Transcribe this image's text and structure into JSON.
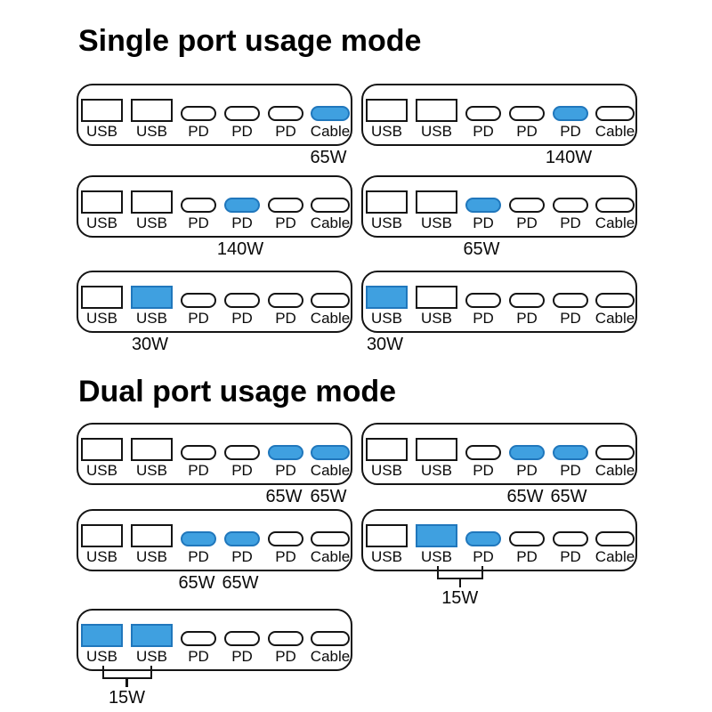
{
  "page": {
    "background": "#ffffff"
  },
  "colors": {
    "highlight_fill": "#3FA0E0",
    "highlight_border": "#2077BC",
    "outline": "#141414",
    "text": "#0a0a0a"
  },
  "sections": [
    {
      "title": "Single port usage mode",
      "panels": [
        {
          "ports": [
            {
              "label": "USB",
              "type": "usb",
              "active": false
            },
            {
              "label": "USB",
              "type": "usb",
              "active": false
            },
            {
              "label": "PD",
              "type": "pd",
              "active": false
            },
            {
              "label": "PD",
              "type": "pd",
              "active": false
            },
            {
              "label": "PD",
              "type": "pd",
              "active": false
            },
            {
              "label": "Cable",
              "type": "cable",
              "active": true
            }
          ],
          "watts": [
            "",
            "",
            "",
            "",
            "",
            "65W"
          ]
        },
        {
          "ports": [
            {
              "label": "USB",
              "type": "usb",
              "active": false
            },
            {
              "label": "USB",
              "type": "usb",
              "active": false
            },
            {
              "label": "PD",
              "type": "pd",
              "active": false
            },
            {
              "label": "PD",
              "type": "pd",
              "active": false
            },
            {
              "label": "PD",
              "type": "pd",
              "active": true
            },
            {
              "label": "Cable",
              "type": "cable",
              "active": false
            }
          ],
          "watts": [
            "",
            "",
            "",
            "",
            "140W",
            ""
          ]
        },
        {
          "ports": [
            {
              "label": "USB",
              "type": "usb",
              "active": false
            },
            {
              "label": "USB",
              "type": "usb",
              "active": false
            },
            {
              "label": "PD",
              "type": "pd",
              "active": false
            },
            {
              "label": "PD",
              "type": "pd",
              "active": true
            },
            {
              "label": "PD",
              "type": "pd",
              "active": false
            },
            {
              "label": "Cable",
              "type": "cable",
              "active": false
            }
          ],
          "watts": [
            "",
            "",
            "",
            "140W",
            "",
            ""
          ]
        },
        {
          "ports": [
            {
              "label": "USB",
              "type": "usb",
              "active": false
            },
            {
              "label": "USB",
              "type": "usb",
              "active": false
            },
            {
              "label": "PD",
              "type": "pd",
              "active": true
            },
            {
              "label": "PD",
              "type": "pd",
              "active": false
            },
            {
              "label": "PD",
              "type": "pd",
              "active": false
            },
            {
              "label": "Cable",
              "type": "cable",
              "active": false
            }
          ],
          "watts": [
            "",
            "",
            "65W",
            "",
            "",
            ""
          ]
        },
        {
          "ports": [
            {
              "label": "USB",
              "type": "usb",
              "active": false
            },
            {
              "label": "USB",
              "type": "usb",
              "active": true
            },
            {
              "label": "PD",
              "type": "pd",
              "active": false
            },
            {
              "label": "PD",
              "type": "pd",
              "active": false
            },
            {
              "label": "PD",
              "type": "pd",
              "active": false
            },
            {
              "label": "Cable",
              "type": "cable",
              "active": false
            }
          ],
          "watts": [
            "",
            "30W",
            "",
            "",
            "",
            ""
          ]
        },
        {
          "ports": [
            {
              "label": "USB",
              "type": "usb",
              "active": true
            },
            {
              "label": "USB",
              "type": "usb",
              "active": false
            },
            {
              "label": "PD",
              "type": "pd",
              "active": false
            },
            {
              "label": "PD",
              "type": "pd",
              "active": false
            },
            {
              "label": "PD",
              "type": "pd",
              "active": false
            },
            {
              "label": "Cable",
              "type": "cable",
              "active": false
            }
          ],
          "watts": [
            "30W",
            "",
            "",
            "",
            "",
            ""
          ]
        }
      ]
    },
    {
      "title": "Dual port usage mode",
      "panels": [
        {
          "ports": [
            {
              "label": "USB",
              "type": "usb",
              "active": false
            },
            {
              "label": "USB",
              "type": "usb",
              "active": false
            },
            {
              "label": "PD",
              "type": "pd",
              "active": false
            },
            {
              "label": "PD",
              "type": "pd",
              "active": false
            },
            {
              "label": "PD",
              "type": "pd",
              "active": true
            },
            {
              "label": "Cable",
              "type": "cable",
              "active": true
            }
          ],
          "watts": [
            "",
            "",
            "",
            "",
            "65W",
            "65W"
          ]
        },
        {
          "ports": [
            {
              "label": "USB",
              "type": "usb",
              "active": false
            },
            {
              "label": "USB",
              "type": "usb",
              "active": false
            },
            {
              "label": "PD",
              "type": "pd",
              "active": false
            },
            {
              "label": "PD",
              "type": "pd",
              "active": true
            },
            {
              "label": "PD",
              "type": "pd",
              "active": true
            },
            {
              "label": "Cable",
              "type": "cable",
              "active": false
            }
          ],
          "watts": [
            "",
            "",
            "",
            "65W",
            "65W",
            ""
          ]
        },
        {
          "ports": [
            {
              "label": "USB",
              "type": "usb",
              "active": false
            },
            {
              "label": "USB",
              "type": "usb",
              "active": false
            },
            {
              "label": "PD",
              "type": "pd",
              "active": true
            },
            {
              "label": "PD",
              "type": "pd",
              "active": true
            },
            {
              "label": "PD",
              "type": "pd",
              "active": false
            },
            {
              "label": "Cable",
              "type": "cable",
              "active": false
            }
          ],
          "watts": [
            "",
            "",
            "65W",
            "65W",
            "",
            ""
          ]
        },
        {
          "ports": [
            {
              "label": "USB",
              "type": "usb",
              "active": false
            },
            {
              "label": "USB",
              "type": "usb",
              "active": true
            },
            {
              "label": "PD",
              "type": "pd",
              "active": true
            },
            {
              "label": "PD",
              "type": "pd",
              "active": false
            },
            {
              "label": "PD",
              "type": "pd",
              "active": false
            },
            {
              "label": "Cable",
              "type": "cable",
              "active": false
            }
          ],
          "watts": [
            "",
            "",
            "",
            "",
            "",
            ""
          ],
          "bracket": {
            "from": 1,
            "to": 2,
            "label": "15W"
          }
        },
        {
          "ports": [
            {
              "label": "USB",
              "type": "usb",
              "active": true
            },
            {
              "label": "USB",
              "type": "usb",
              "active": true
            },
            {
              "label": "PD",
              "type": "pd",
              "active": false
            },
            {
              "label": "PD",
              "type": "pd",
              "active": false
            },
            {
              "label": "PD",
              "type": "pd",
              "active": false
            },
            {
              "label": "Cable",
              "type": "cable",
              "active": false
            }
          ],
          "watts": [
            "",
            "",
            "",
            "",
            "",
            ""
          ],
          "bracket": {
            "from": 0,
            "to": 1,
            "label": "15W"
          }
        }
      ]
    }
  ]
}
